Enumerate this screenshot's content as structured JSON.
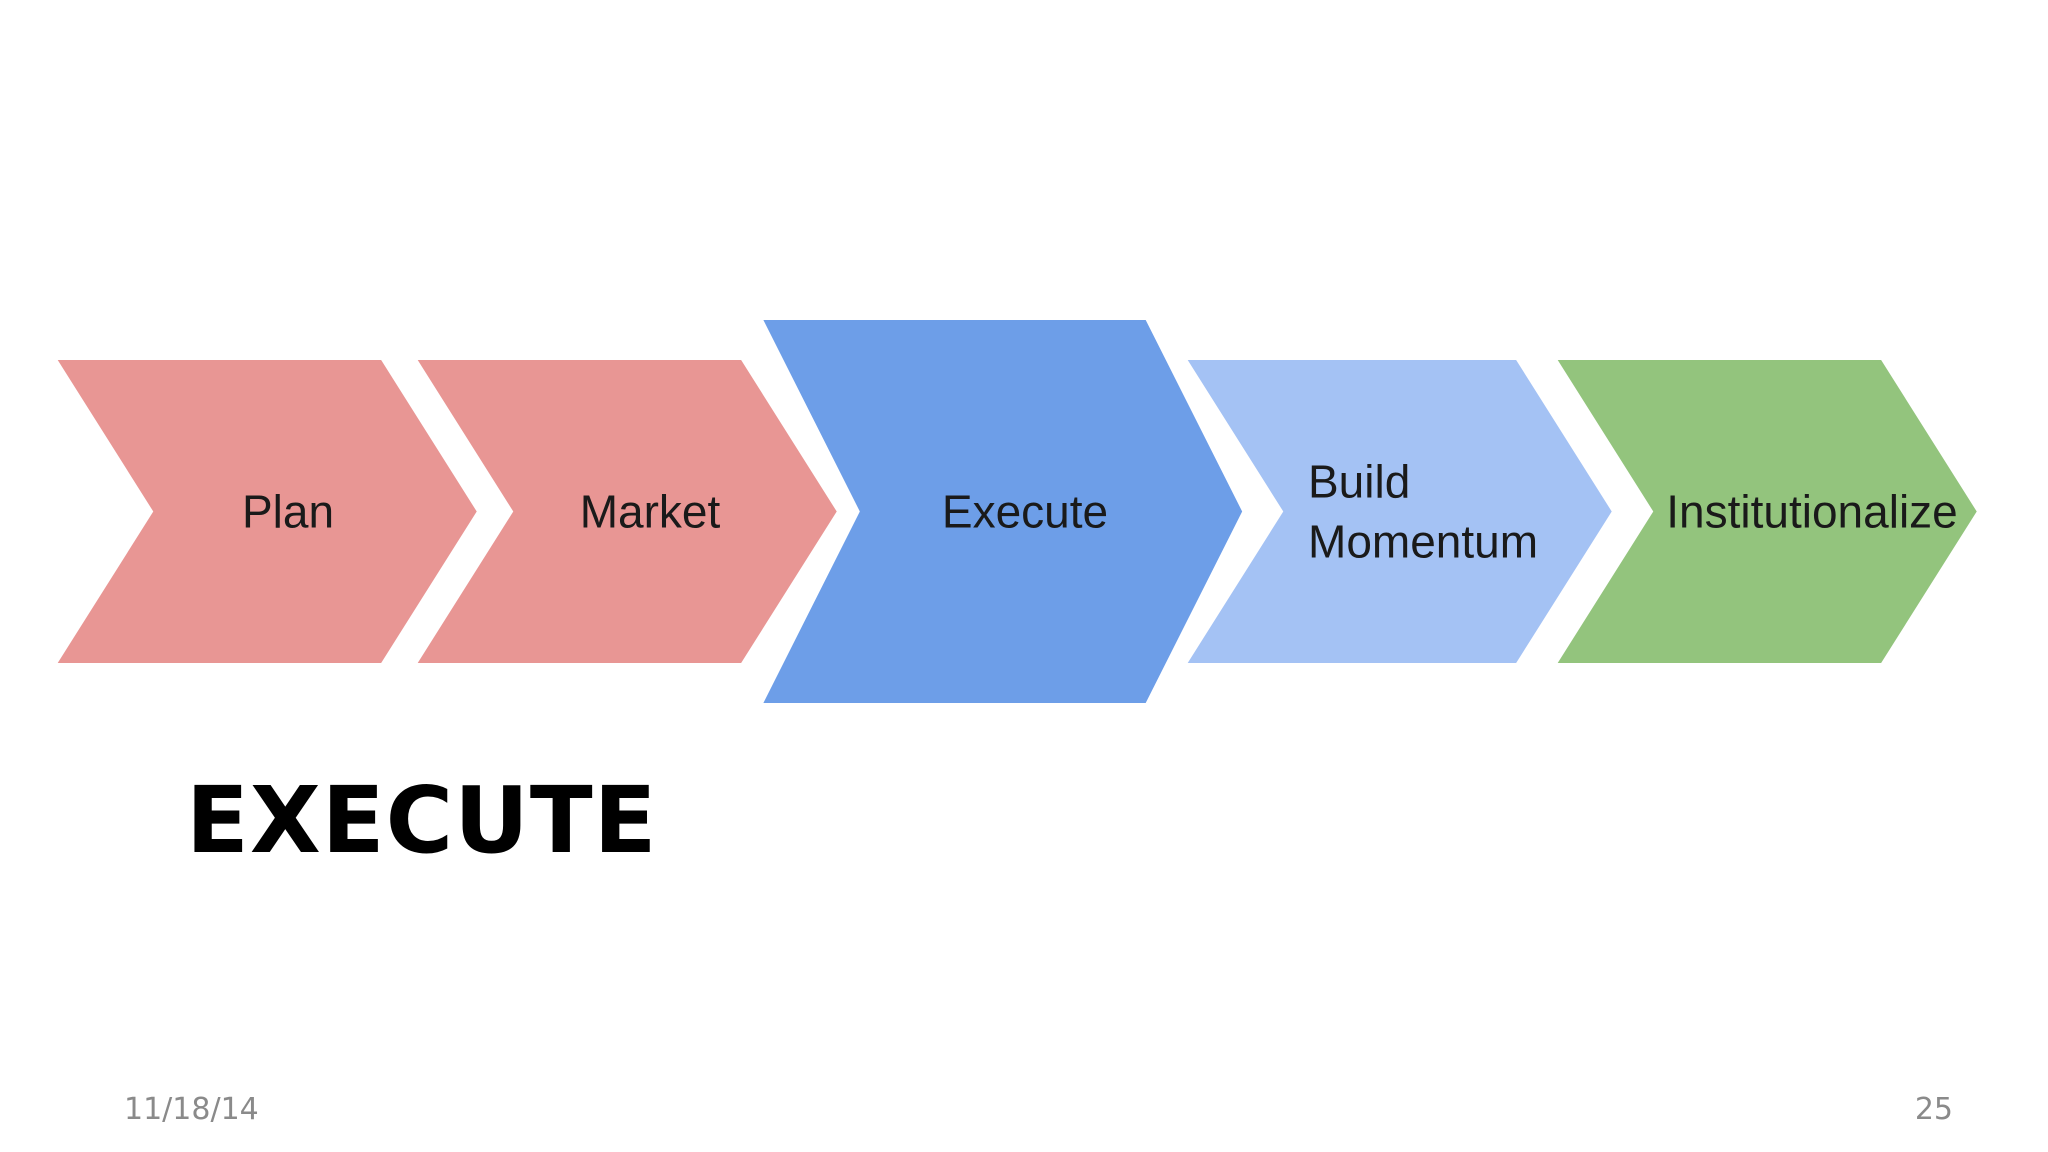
{
  "slide": {
    "heading": "EXECUTE",
    "date": "11/18/14",
    "page_number": "25"
  },
  "process": {
    "steps": [
      {
        "lines": [
          "Plan"
        ],
        "color": "#e89694",
        "highlighted": false
      },
      {
        "lines": [
          "Market"
        ],
        "color": "#e89694",
        "highlighted": false
      },
      {
        "lines": [
          "Execute"
        ],
        "color": "#6d9ee8",
        "highlighted": true
      },
      {
        "lines": [
          "Build",
          "Momentum"
        ],
        "color": "#a4c2f4",
        "highlighted": false
      },
      {
        "lines": [
          "Institutionalize"
        ],
        "color": "#93c47d",
        "highlighted": false
      }
    ]
  }
}
